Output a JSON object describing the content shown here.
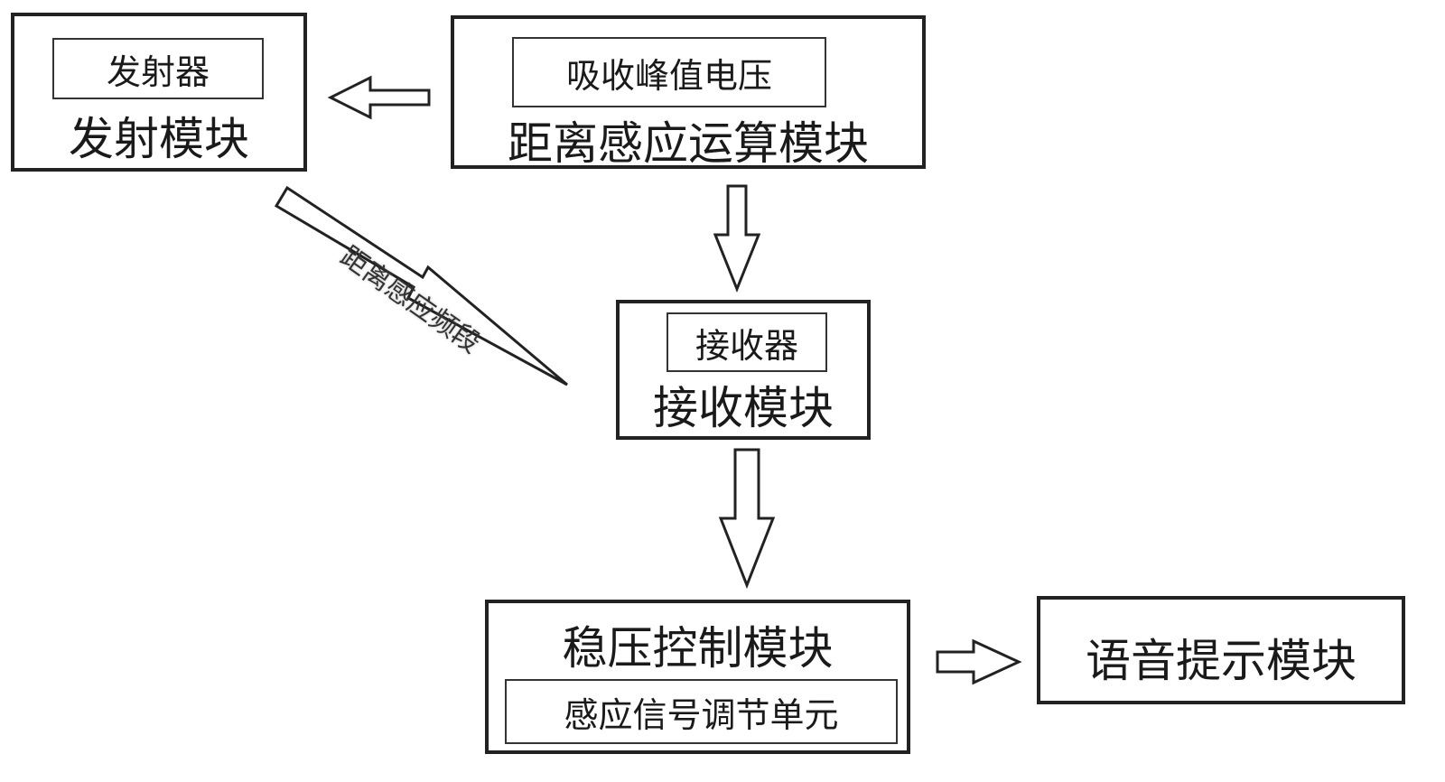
{
  "nodes": {
    "transmit": {
      "tag": "发射器",
      "title": "发射模块"
    },
    "distance": {
      "tag": "吸收峰值电压",
      "title": "距离感应运算模块"
    },
    "receive": {
      "tag": "接收器",
      "title": "接收模块"
    },
    "regulator": {
      "title": "稳压控制模块",
      "tag": "感应信号调节单元"
    },
    "voice": {
      "title": "语音提示模块"
    }
  },
  "edges": {
    "distance_to_transmit": "",
    "distance_to_receive": "",
    "transmit_to_receive": "距离感应频段",
    "receive_to_regulator": "",
    "regulator_to_voice": ""
  }
}
